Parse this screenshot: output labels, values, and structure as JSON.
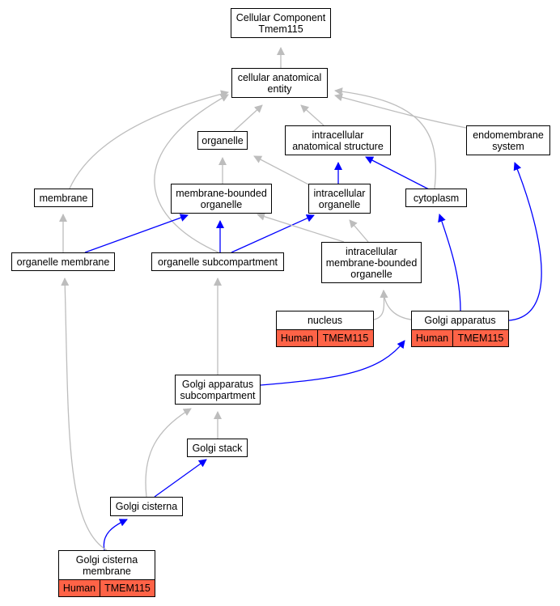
{
  "nodes": {
    "root": {
      "label": "Cellular Component\nTmem115"
    },
    "cae": {
      "label": "cellular anatomical\nentity"
    },
    "organelle": {
      "label": "organelle"
    },
    "ias": {
      "label": "intracellular\nanatomical structure"
    },
    "endomembrane": {
      "label": "endomembrane\nsystem"
    },
    "membrane": {
      "label": "membrane"
    },
    "mbo": {
      "label": "membrane-bounded\norganelle"
    },
    "io": {
      "label": "intracellular\norganelle"
    },
    "cytoplasm": {
      "label": "cytoplasm"
    },
    "om": {
      "label": "organelle membrane"
    },
    "osc": {
      "label": "organelle subcompartment"
    },
    "imbo": {
      "label": "intracellular\nmembrane-bounded\norganelle"
    },
    "nucleus": {
      "label": "nucleus",
      "species": "Human",
      "gene": "TMEM115"
    },
    "golgi": {
      "label": "Golgi apparatus",
      "species": "Human",
      "gene": "TMEM115"
    },
    "gasc": {
      "label": "Golgi apparatus\nsubcompartment"
    },
    "stack": {
      "label": "Golgi stack"
    },
    "cisterna": {
      "label": "Golgi cisterna"
    },
    "gcm": {
      "label": "Golgi cisterna\nmembrane",
      "species": "Human",
      "gene": "TMEM115"
    }
  },
  "edges": [
    {
      "from": "cae",
      "to": "root",
      "rel": "is_a"
    },
    {
      "from": "organelle",
      "to": "cae",
      "rel": "is_a"
    },
    {
      "from": "ias",
      "to": "cae",
      "rel": "is_a"
    },
    {
      "from": "endomembrane",
      "to": "cae",
      "rel": "is_a"
    },
    {
      "from": "membrane",
      "to": "cae",
      "rel": "is_a"
    },
    {
      "from": "osc",
      "to": "cae",
      "rel": "is_a"
    },
    {
      "from": "cytoplasm",
      "to": "cae",
      "rel": "is_a"
    },
    {
      "from": "mbo",
      "to": "organelle",
      "rel": "is_a"
    },
    {
      "from": "io",
      "to": "organelle",
      "rel": "is_a"
    },
    {
      "from": "io",
      "to": "ias",
      "rel": "part_of"
    },
    {
      "from": "cytoplasm",
      "to": "ias",
      "rel": "part_of"
    },
    {
      "from": "om",
      "to": "membrane",
      "rel": "is_a"
    },
    {
      "from": "om",
      "to": "mbo",
      "rel": "part_of"
    },
    {
      "from": "osc",
      "to": "mbo",
      "rel": "part_of"
    },
    {
      "from": "osc",
      "to": "io",
      "rel": "part_of"
    },
    {
      "from": "imbo",
      "to": "mbo",
      "rel": "is_a"
    },
    {
      "from": "imbo",
      "to": "io",
      "rel": "is_a"
    },
    {
      "from": "nucleus",
      "to": "imbo",
      "rel": "is_a"
    },
    {
      "from": "golgi",
      "to": "imbo",
      "rel": "is_a"
    },
    {
      "from": "golgi",
      "to": "cytoplasm",
      "rel": "part_of"
    },
    {
      "from": "golgi",
      "to": "endomembrane",
      "rel": "part_of"
    },
    {
      "from": "gasc",
      "to": "osc",
      "rel": "is_a"
    },
    {
      "from": "gasc",
      "to": "golgi",
      "rel": "part_of"
    },
    {
      "from": "stack",
      "to": "gasc",
      "rel": "is_a"
    },
    {
      "from": "cisterna",
      "to": "gasc",
      "rel": "is_a"
    },
    {
      "from": "cisterna",
      "to": "stack",
      "rel": "part_of"
    },
    {
      "from": "gcm",
      "to": "cisterna",
      "rel": "part_of"
    },
    {
      "from": "gcm",
      "to": "om",
      "rel": "is_a"
    }
  ],
  "colors": {
    "is_a": "#bdbdbd",
    "part_of": "#0000ff",
    "annotation_fill": "#ff6347"
  }
}
